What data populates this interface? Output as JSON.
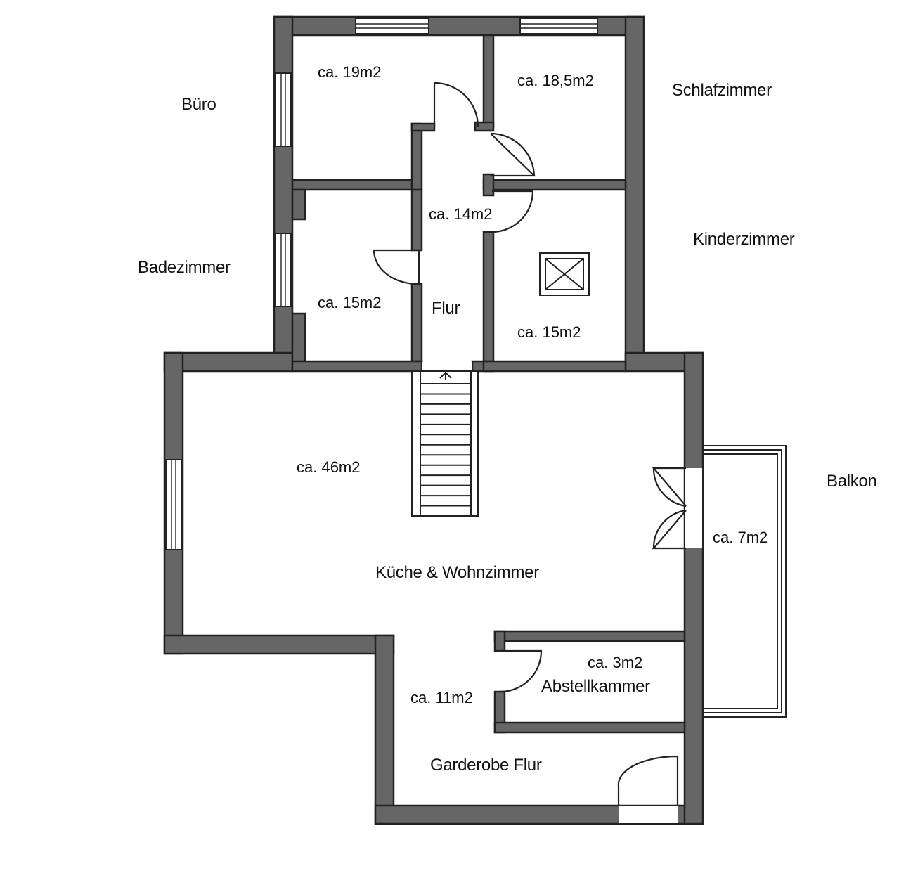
{
  "rooms": {
    "buero": {
      "name": "Büro",
      "area": "ca. 19m2"
    },
    "schlafzimmer": {
      "name": "Schlafzimmer",
      "area": "ca. 18,5m2"
    },
    "flur": {
      "name": "Flur",
      "area": "ca. 14m2"
    },
    "kinderzimmer": {
      "name": "Kinderzimmer",
      "area": "ca. 15m2"
    },
    "badezimmer": {
      "name": "Badezimmer",
      "area": "ca. 15m2"
    },
    "kueche_wohnzimmer": {
      "name": "Küche & Wohnzimmer",
      "area": "ca. 46m2"
    },
    "balkon": {
      "name": "Balkon",
      "area": "ca. 7m2"
    },
    "abstellkammer": {
      "name": "Abstellkammer",
      "area": "ca. 3m2"
    },
    "garderobe_flur": {
      "name": "Garderobe Flur",
      "area": "ca. 11m2"
    }
  },
  "colors": {
    "wall": "#666666",
    "line": "#222222",
    "background": "#ffffff"
  }
}
